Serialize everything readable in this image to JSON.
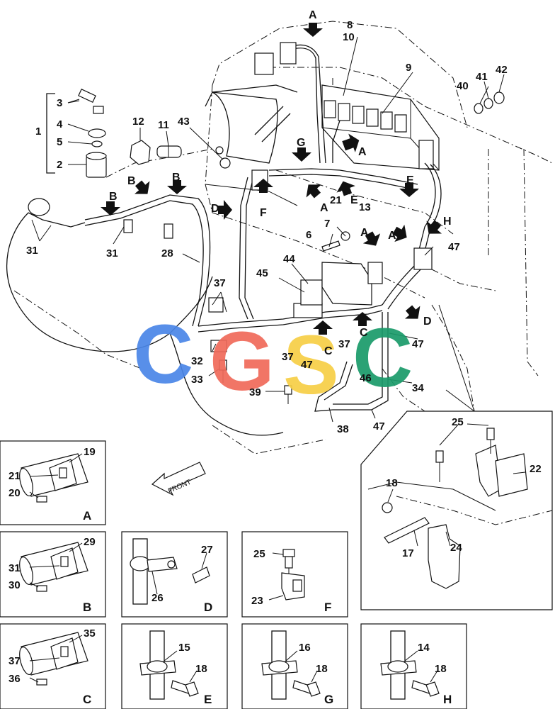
{
  "main_callouts": {
    "c1": "1",
    "c2": "2",
    "c3": "3",
    "c4": "4",
    "c5": "5",
    "c6": "6",
    "c7": "7",
    "c8": "8",
    "c9": "9",
    "c10": "10",
    "c11": "11",
    "c12": "12",
    "c13": "13",
    "c21": "21",
    "c28": "28",
    "c31a": "31",
    "c31b": "31",
    "c32": "32",
    "c33": "33",
    "c34": "34",
    "c37a": "37",
    "c37b": "37",
    "c37c": "37",
    "c38": "38",
    "c39": "39",
    "c40": "40",
    "c41": "41",
    "c42": "42",
    "c43": "43",
    "c44": "44",
    "c45": "45",
    "c46": "46",
    "c47a": "47",
    "c47b": "47",
    "c47c": "47",
    "c47d": "47"
  },
  "view_letters": {
    "a_top": "A",
    "a_right": "A",
    "a_mid": "A",
    "a_low1": "A",
    "a_low2": "A",
    "b1": "B",
    "b2": "B",
    "b3": "B",
    "c1": "C",
    "c2": "C",
    "d1": "D",
    "d2": "D",
    "e1": "E",
    "e2": "E",
    "f": "F",
    "g": "G",
    "h": "H"
  },
  "detail_panels": [
    {
      "letter": "A",
      "callouts": [
        "19",
        "21",
        "20"
      ]
    },
    {
      "letter": "B",
      "callouts": [
        "29",
        "31",
        "30"
      ]
    },
    {
      "letter": "C",
      "callouts": [
        "35",
        "37",
        "36"
      ]
    },
    {
      "letter": "D",
      "callouts": [
        "27",
        "26"
      ]
    },
    {
      "letter": "E",
      "callouts": [
        "15",
        "18"
      ]
    },
    {
      "letter": "F",
      "callouts": [
        "25",
        "23"
      ]
    },
    {
      "letter": "G",
      "callouts": [
        "16",
        "18"
      ]
    },
    {
      "letter": "H",
      "callouts": [
        "14",
        "18"
      ]
    }
  ],
  "inset_callouts": {
    "c25": "25",
    "c22": "22",
    "c18": "18",
    "c17": "17",
    "c24": "24"
  },
  "front_label": "FRONT",
  "watermark": {
    "text": "CGSC",
    "colors": [
      "#4a86e8",
      "#f06a5a",
      "#f7cf46",
      "#1a9b6a"
    ]
  }
}
